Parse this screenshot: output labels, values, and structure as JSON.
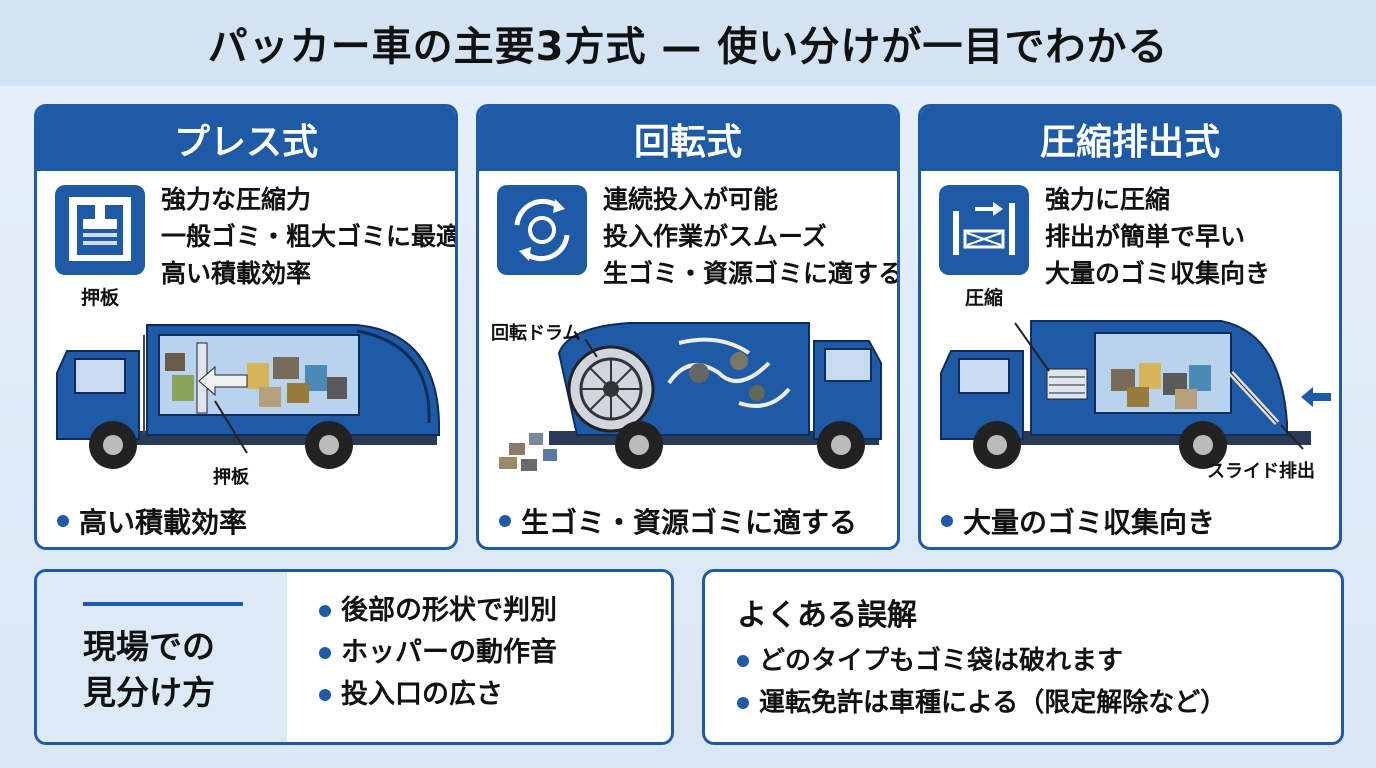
{
  "title": "パッカー車の主要3方式 — 使い分けが一目でわかる",
  "colors": {
    "primary": "#1f5aa6",
    "header_bg": "#d3e3f3",
    "truck_body": "#1f5aa6"
  },
  "cards": [
    {
      "heading": "プレス式",
      "icon": "press-plate-icon",
      "icon_caption": "押板",
      "features": [
        "強力な圧縮力",
        "一般ゴミ・粗大ゴミに最適",
        "高い積載効率"
      ],
      "truck_label": "押板",
      "bottom_point": "高い積載効率"
    },
    {
      "heading": "回転式",
      "icon": "rotation-icon",
      "icon_caption": "",
      "features": [
        "連続投入が可能",
        "投入作業がスムーズ",
        "生ゴミ・資源ゴミに適する"
      ],
      "truck_label": "回転ドラム",
      "bottom_point": "生ゴミ・資源ゴミに適する"
    },
    {
      "heading": "圧縮排出式",
      "icon": "compress-eject-icon",
      "icon_caption": "圧縮",
      "features": [
        "強力に圧縮",
        "排出が簡単で早い",
        "大量のゴミ収集向き"
      ],
      "truck_label": "スライド排出",
      "bottom_point": "大量のゴミ収集向き"
    }
  ],
  "identify": {
    "title_line1": "現場での",
    "title_line2": "見分け方",
    "items": [
      "後部の形状で判別",
      "ホッパーの動作音",
      "投入口の広さ"
    ]
  },
  "misconceptions": {
    "title": "よくある誤解",
    "items": [
      "どのタイプもゴミ袋は破れます",
      "運転免許は車種による（限定解除など）"
    ]
  }
}
